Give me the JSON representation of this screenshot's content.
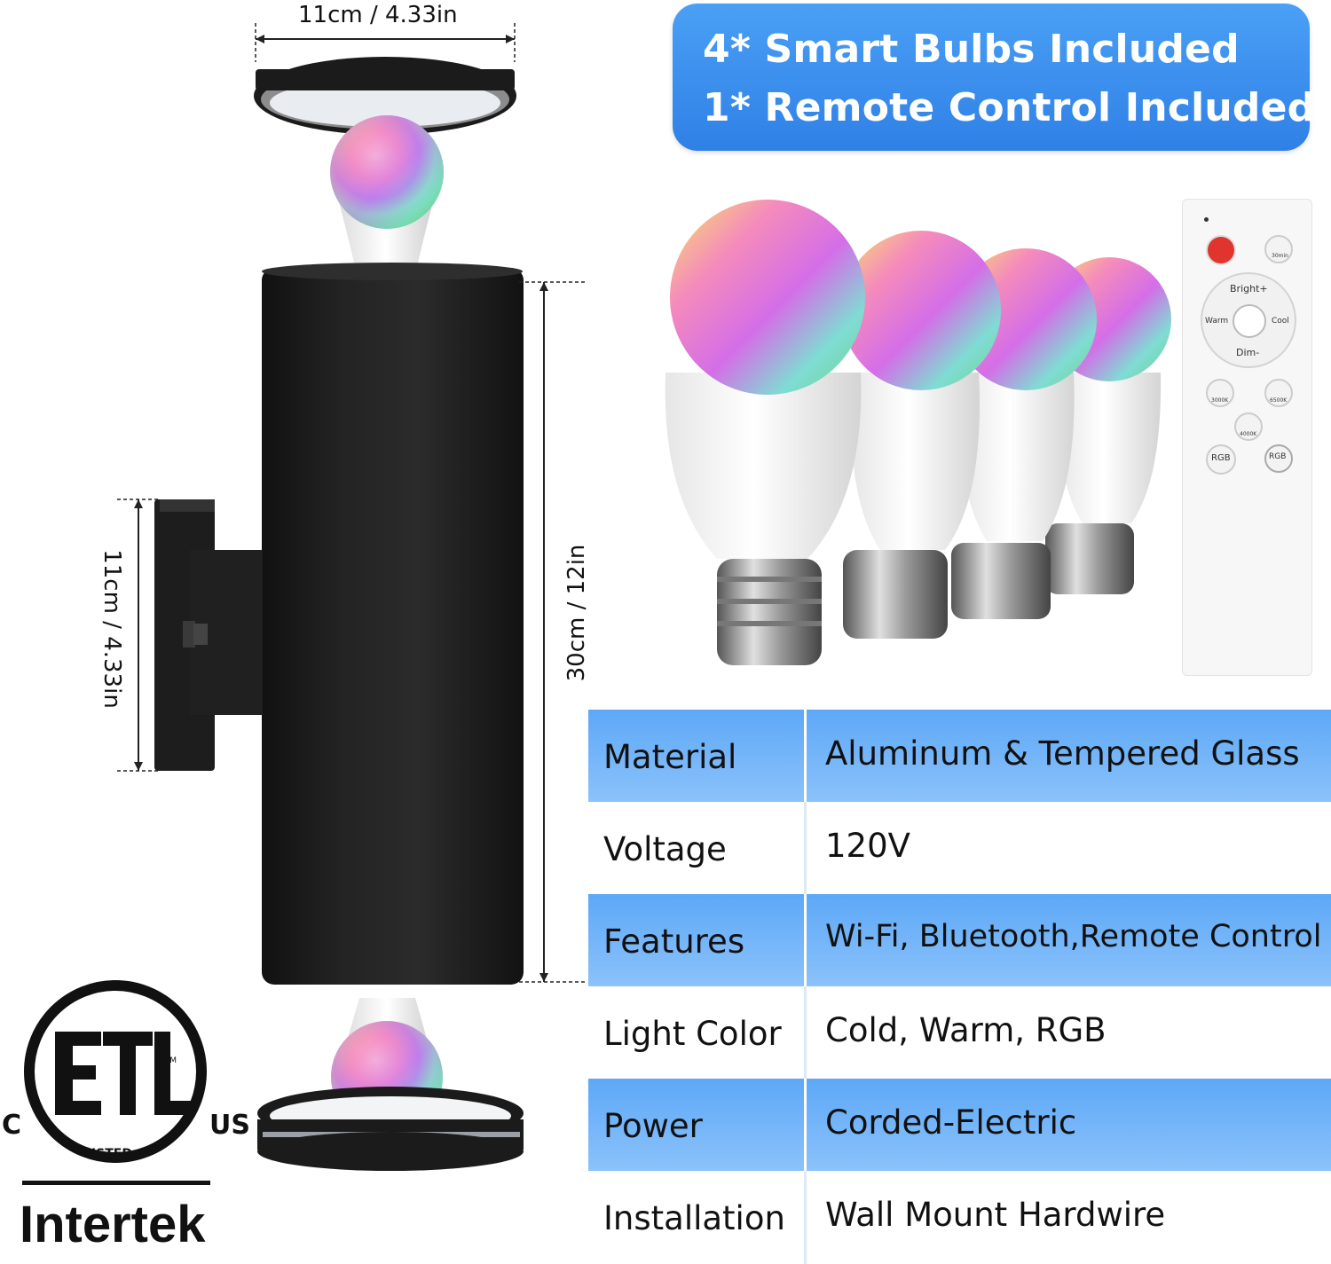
{
  "banner": {
    "line1": "4* Smart Bulbs Included",
    "line2": "1* Remote Control Included"
  },
  "dimensions": {
    "top_width": "11cm / 4.33in",
    "height": "30cm / 12in",
    "mount_height": "11cm / 4.33in"
  },
  "specs": [
    {
      "key": "Material",
      "value": "Aluminum & Tempered Glass"
    },
    {
      "key": "Voltage",
      "value": "120V"
    },
    {
      "key": "Features",
      "value": "Wi-Fi, Bluetooth,Remote Control"
    },
    {
      "key": "Light Color",
      "value": "Cold, Warm, RGB"
    },
    {
      "key": "Power",
      "value": "Corded-Electric"
    },
    {
      "key": "Installation",
      "value": "Wall Mount Hardwire"
    }
  ],
  "remote": {
    "timer": "30min",
    "bright": "Bright+",
    "dim": "Dim-",
    "warm": "Warm",
    "cool": "Cool",
    "k3000": "3000K",
    "k6500": "6500K",
    "k4000": "4000K",
    "rgb1": "RGB",
    "rgb2": "RGB"
  },
  "certification": {
    "c": "C",
    "us": "US",
    "listed": "LISTED",
    "cm": "CM",
    "brand": "Intertek"
  },
  "colors": {
    "banner": "#2f80e6",
    "table_shade": "#5da8f7",
    "fixture": "#1a1a1a"
  }
}
